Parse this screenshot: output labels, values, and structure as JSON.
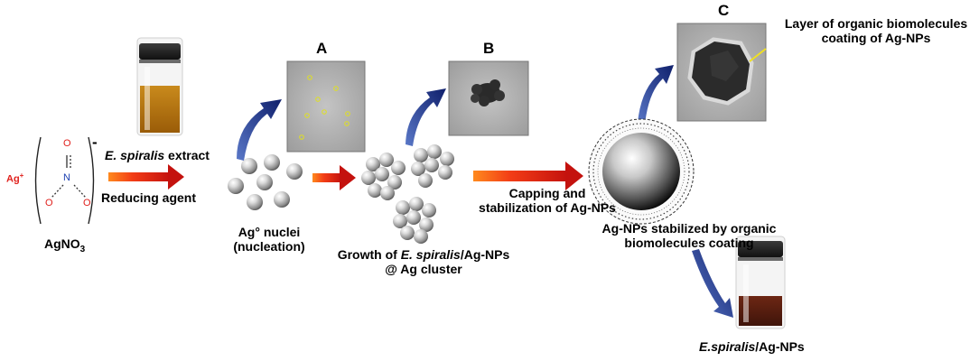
{
  "reactant": {
    "ion": "Ag",
    "ion_charge": "+",
    "atom_n": "N",
    "atom_o_top": "O",
    "atom_o_left": "O",
    "atom_o_right": "O",
    "charge_minus": "-",
    "formula_main": "AgNO",
    "formula_sub": "3"
  },
  "step1": {
    "extract_italic": "E. spiralis",
    "extract_rest": " extract",
    "reducing": "Reducing agent"
  },
  "nuclei": {
    "line1": "Ag° nuclei",
    "line2": "(nucleation)"
  },
  "growth": {
    "line1_pre": "Growth of ",
    "line1_italic": "E. spiralis",
    "line1_post": "/Ag-NPs",
    "line2": "@ Ag cluster"
  },
  "capping": {
    "line1": "Capping and",
    "line2": "stabilization of Ag-NPs"
  },
  "stabilized": {
    "line1": "Ag-NPs stabilized by organic",
    "line2": "biomolecules coating"
  },
  "panels": {
    "a": "A",
    "b": "B",
    "c": "C"
  },
  "layer_note": {
    "line1": "Layer of organic biomolecules",
    "line2": "coating of Ag-NPs"
  },
  "product": {
    "italic": "E.spiralis",
    "rest": "/Ag-NPs"
  },
  "colors": {
    "reaction_arrow": "#e32018",
    "curved_arrow": "#1b2a7a",
    "ion_label": "#e0201c",
    "extract_liquid": "#b8770f",
    "product_liquid": "#5a1e10"
  }
}
